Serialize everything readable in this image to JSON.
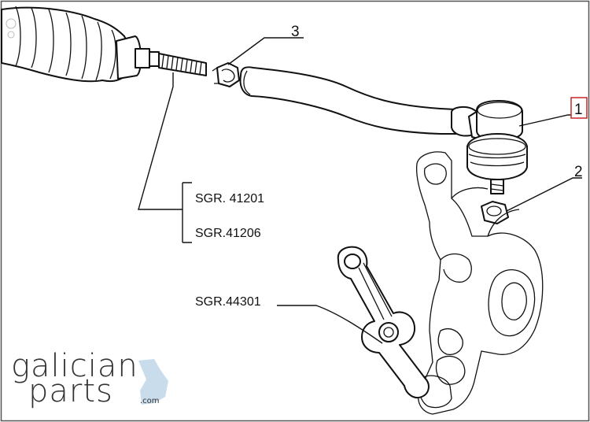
{
  "callouts": {
    "item_1": "1",
    "item_2": "2",
    "item_3": "3"
  },
  "references": {
    "tie_rod_refs": [
      "SGR. 41201",
      "SGR.41206"
    ],
    "steering_arm_ref": "SGR.44301"
  },
  "logo": {
    "line1": "galician",
    "line2": "parts",
    "suffix": ".com",
    "accent_color": "#c9dcec"
  },
  "colors": {
    "callout_box_border": "#c62828",
    "frame_border": "#555555",
    "ink": "#111111"
  }
}
